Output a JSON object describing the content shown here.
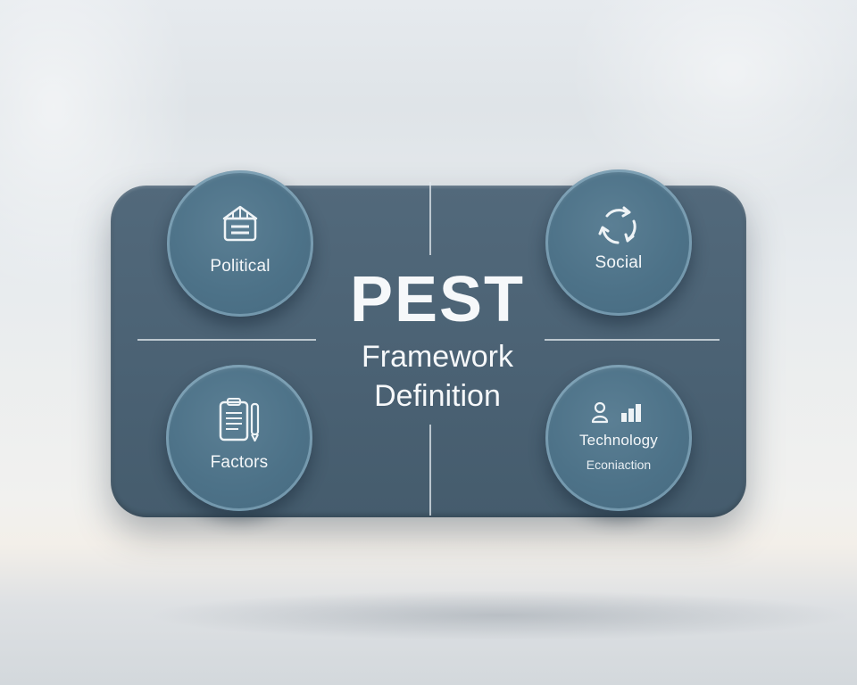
{
  "diagram": {
    "title": "PEST",
    "subtitle_line1": "Framework",
    "subtitle_line2": "Definition",
    "quadrants": {
      "political": {
        "label": "Political",
        "icon": "building-icon"
      },
      "social": {
        "label": "Social",
        "icon": "cycle-arrows-icon"
      },
      "factors": {
        "label": "Factors",
        "icon": "clipboard-pen-icon"
      },
      "technology": {
        "label": "Technology",
        "sublabel": "Econiaction",
        "icon": "person-bar-chart-icon"
      }
    },
    "colors": {
      "board": "#4a6173",
      "circle": "#4d7288",
      "text": "#f4f7f9"
    }
  }
}
